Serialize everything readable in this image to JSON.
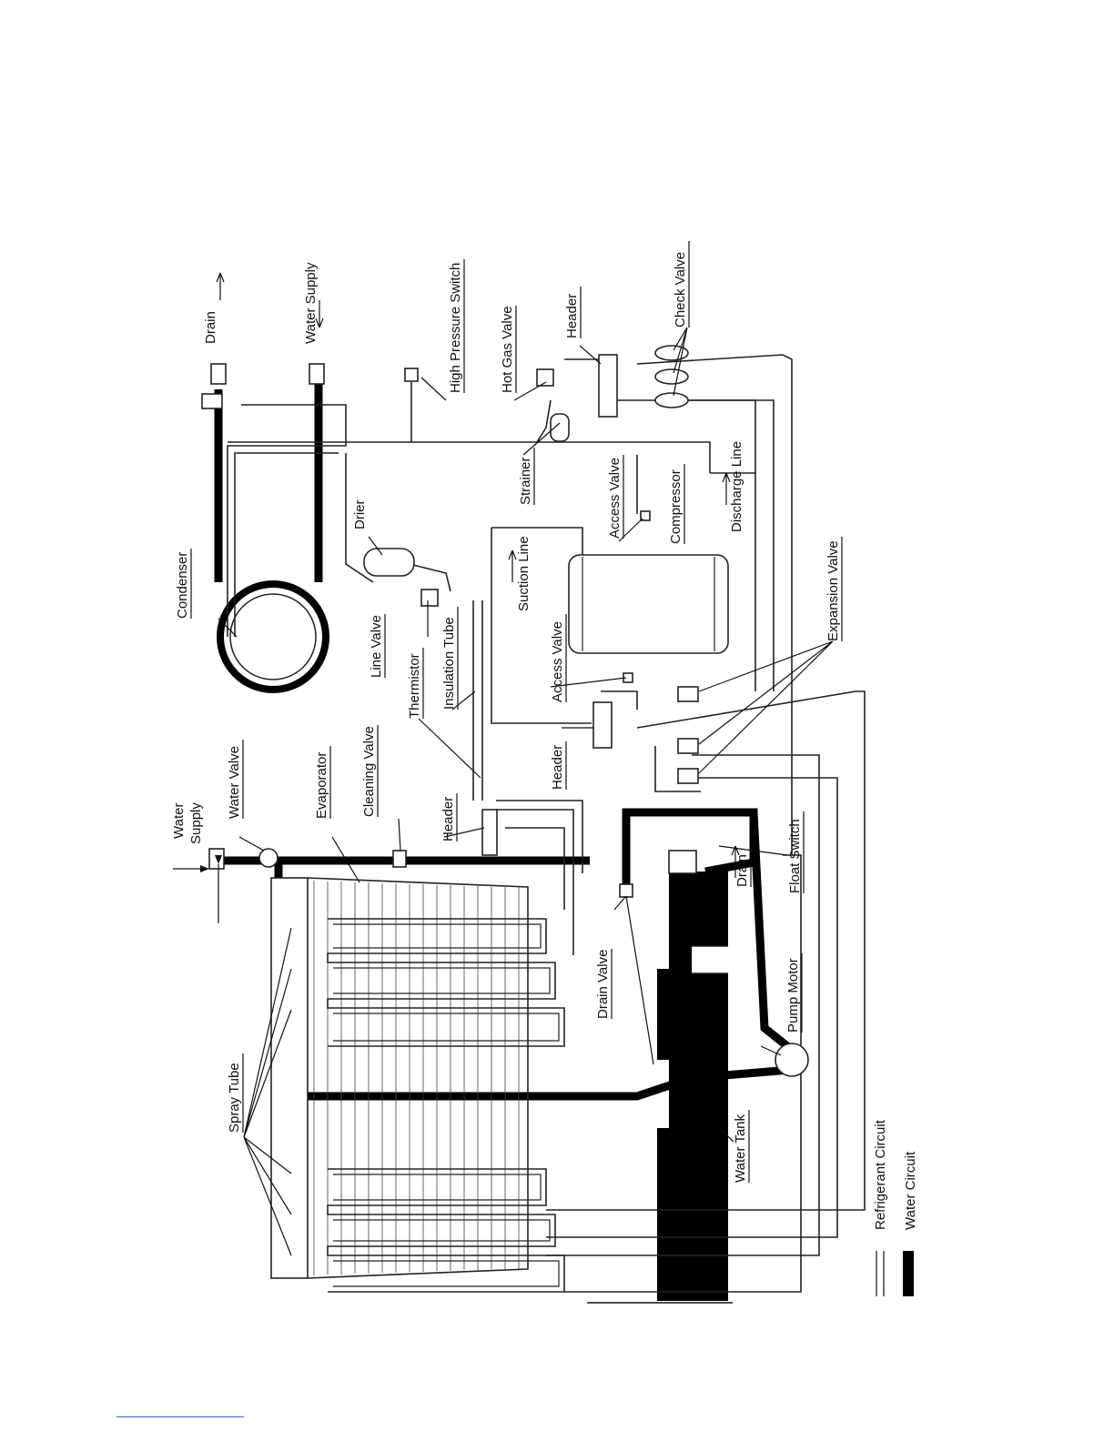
{
  "diagram": {
    "labels": {
      "drain_top": "Drain",
      "water_supply_top": "Water Supply",
      "high_pressure_switch": "High Pressure Switch",
      "hot_gas_valve": "Hot Gas Valve",
      "header_top": "Header",
      "check_valve": "Check Valve",
      "condenser": "Condenser",
      "drier": "Drier",
      "strainer": "Strainer",
      "access_valve_upper": "Access Valve",
      "compressor": "Compressor",
      "discharge_line": "Discharge Line",
      "suction_line": "Suction Line",
      "line_valve": "Line Valve",
      "insulation_tube": "Insulation Tube",
      "thermistor": "Thermistor",
      "access_valve_lower": "Access Valve",
      "expansion_valve": "Expansion Valve",
      "cleaning_valve": "Cleaning Valve",
      "header_mid": "Header",
      "header_left": "Header",
      "water_supply_left_1": "Water",
      "water_supply_left_2": "Supply",
      "water_valve": "Water Valve",
      "evaporator": "Evaporator",
      "float_switch": "Float Switch",
      "drain_mid": "Drain",
      "drain_valve": "Drain Valve",
      "pump_motor": "Pump Motor",
      "spray_tube": "Spray Tube",
      "water_tank": "Water Tank"
    },
    "legend": {
      "refrigerant_circuit": "Refrigerant Circuit",
      "water_circuit": "Water Circuit"
    },
    "colors": {
      "ink": "#111111",
      "water_line": "#000000",
      "background": "#ffffff",
      "link": "#3b5bd6"
    }
  }
}
